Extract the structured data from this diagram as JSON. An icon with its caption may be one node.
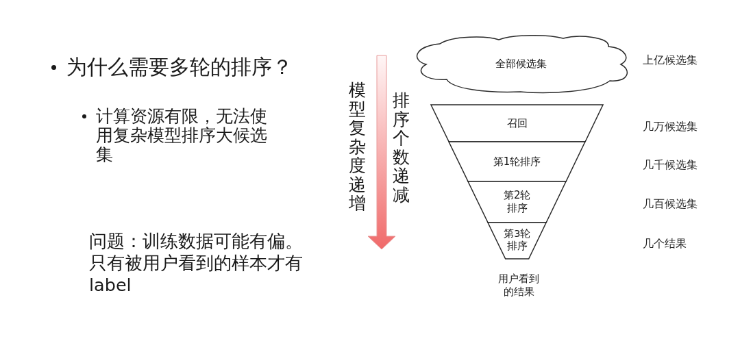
{
  "diagram": {
    "nodes": [
      {
        "text": [
          "全部候选集"
        ]
      },
      {
        "text": [
          "召回"
        ]
      },
      {
        "text": [
          "第1轮排序"
        ]
      },
      {
        "text": [
          "第2轮排序"
        ]
      },
      {
        "text": [
          "第3轮排序"
        ]
      }
    ],
    "labels": [
      "为什么需要多轮的排序？",
      "计算资源有限，无法使用复杂模型排序大候选集",
      "问题：训练数据可能有偏。只有被用户看到的样本才有label",
      "模型复杂度递增",
      "排序个数递减",
      "用户看到的结果",
      "上亿候选集",
      "几万候选集",
      "几千候选集",
      "几百候选集",
      "几个结果"
    ]
  }
}
